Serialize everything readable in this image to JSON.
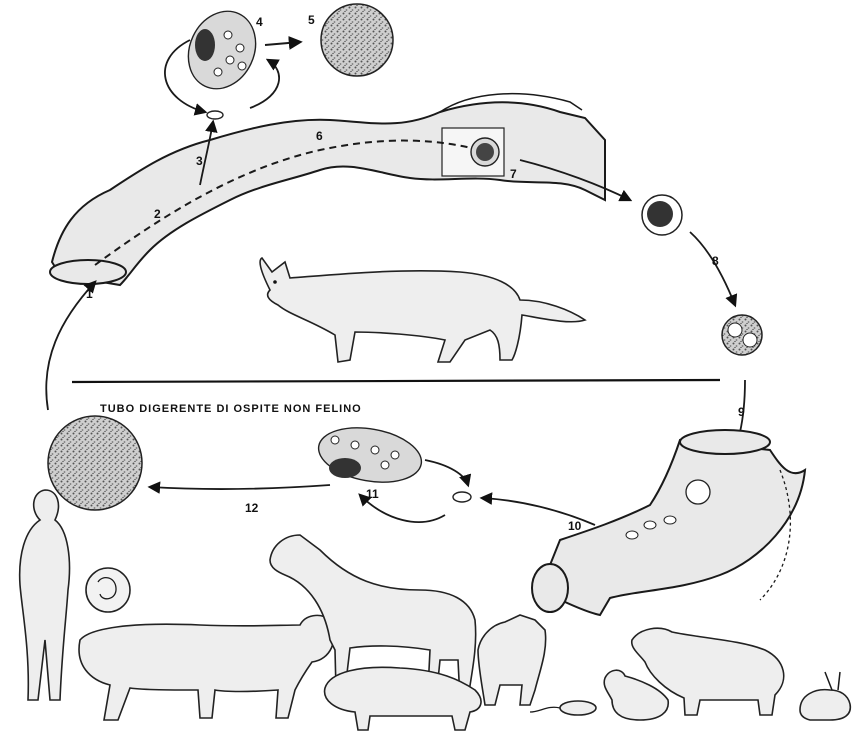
{
  "caption": "TUBO DIGERENTE DI OSPITE NON FELINO",
  "labels": {
    "n1": "1",
    "n2": "2",
    "n3": "3",
    "n4": "4",
    "n5": "5",
    "n6": "6",
    "n7": "7",
    "n8": "8",
    "n9": "9",
    "n10": "10",
    "n11": "11",
    "n12": "12"
  },
  "icons": {
    "definitive_host": "cat-icon",
    "intermediate_hosts": [
      "human-icon",
      "fetus-icon",
      "cow-icon",
      "horse-icon",
      "pig-icon",
      "dog-icon",
      "mouse-icon",
      "chicken-icon",
      "sheep-icon",
      "rabbit-icon"
    ]
  }
}
